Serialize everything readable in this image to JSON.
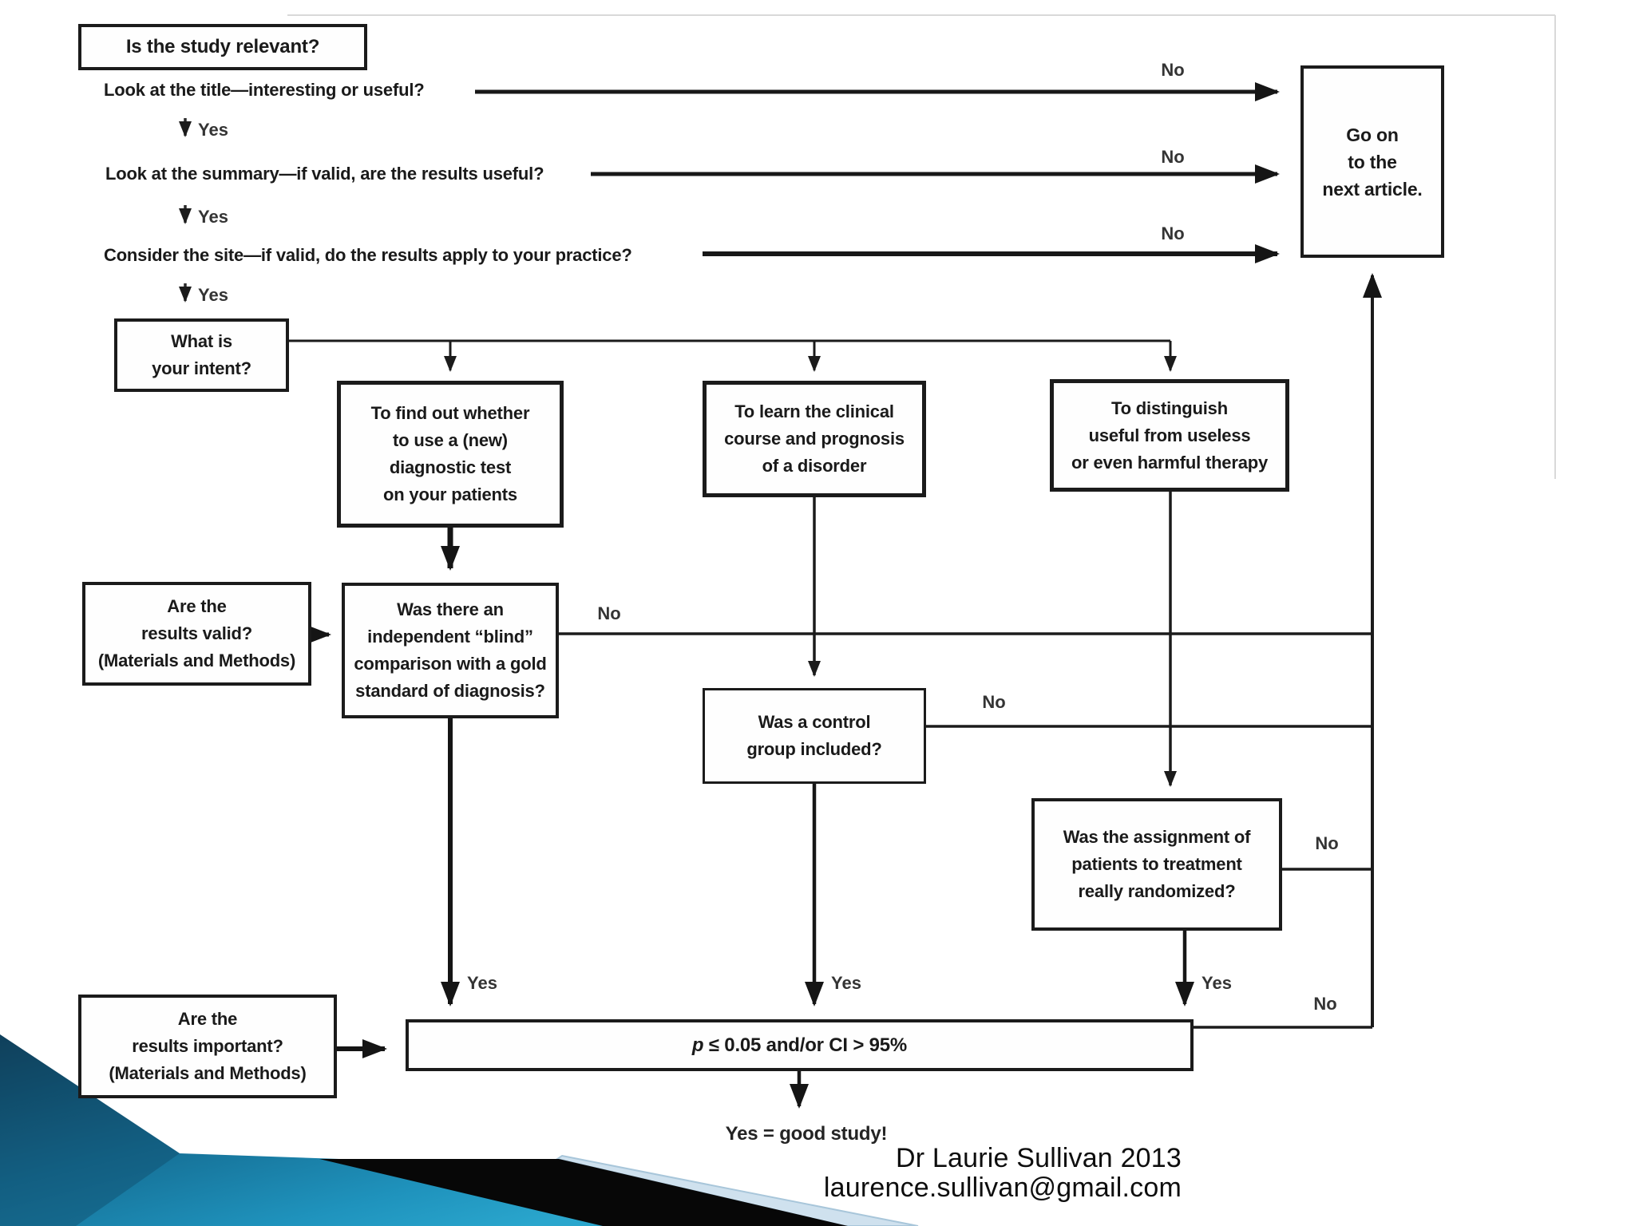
{
  "slide": {
    "credits": [
      "Dr Laurie Sullivan 2013",
      "laurence.sullivan@gmail.com"
    ]
  },
  "flow": {
    "start": "Is the study relevant?",
    "steps": [
      {
        "text": "Look at the title—interesting or useful?",
        "no": "No",
        "yes": "Yes"
      },
      {
        "text": "Look at the summary—if valid, are the results useful?",
        "no": "No",
        "yes": "Yes"
      },
      {
        "text": "Consider the site—if valid, do the results apply to your practice?",
        "no": "No",
        "yes": "Yes"
      }
    ],
    "reject": "Go on\nto the\nnext article.",
    "intent": "What is\nyour intent?",
    "intents": [
      "To find out whether\nto use a (new)\ndiagnostic test\non your patients",
      "To learn the clinical\ncourse and prognosis\nof a disorder",
      "To distinguish\nuseful from useless\nor even harmful therapy"
    ],
    "valid": "Are the\nresults valid?\n(Materials and Methods)",
    "questions": [
      {
        "text": "Was there an\nindependent “blind”\ncomparison with a gold\nstandard of diagnosis?",
        "no": "No",
        "yes": "Yes"
      },
      {
        "text": "Was a control\ngroup included?",
        "no": "No",
        "yes": "Yes"
      },
      {
        "text": "Was the assignment of\npatients to treatment\nreally randomized?",
        "no": "No",
        "yes": "Yes"
      }
    ],
    "important": "Are the\nresults important?\n(Materials and Methods)",
    "pvalue": {
      "p": "p",
      "rest": " ≤ 0.05 and/or CI > 95%",
      "no": "No"
    },
    "conclusion": "Yes = good study!"
  }
}
